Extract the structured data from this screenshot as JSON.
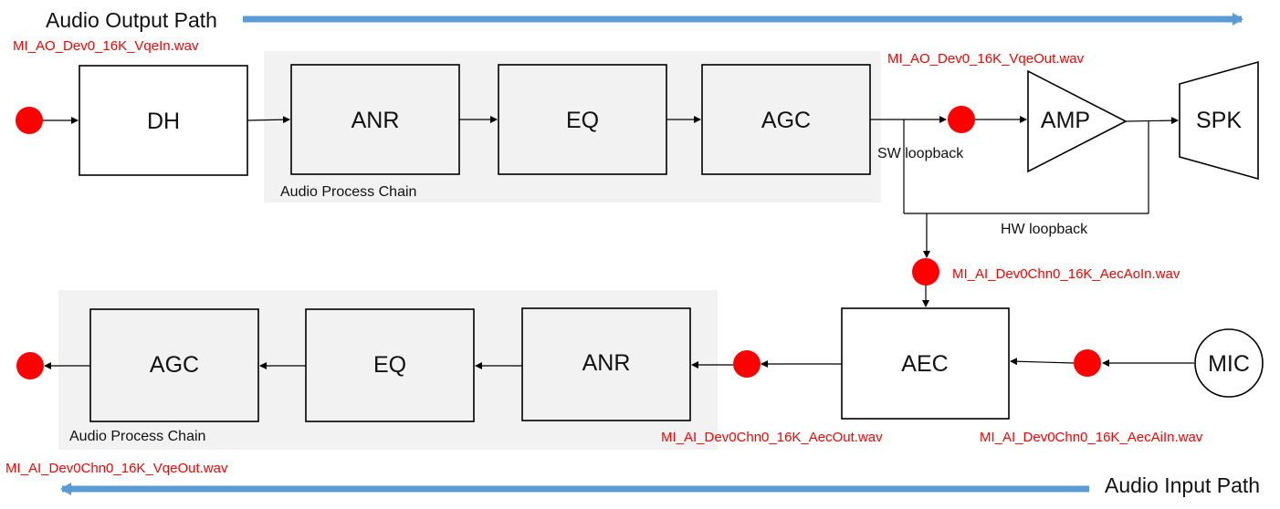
{
  "colors": {
    "path_arrow": "#5b9bd5",
    "tap_point": "#ff0000",
    "region_fill": "#f2f2f2"
  },
  "output_path": {
    "title": "Audio Output Path",
    "blocks": {
      "dh": "DH",
      "anr": "ANR",
      "eq": "EQ",
      "agc": "AGC",
      "amp": "AMP",
      "spk": "SPK"
    },
    "chain_label": "Audio Process Chain",
    "files": {
      "vqe_in": "MI_AO_Dev0_16K_VqeIn.wav",
      "vqe_out": "MI_AO_Dev0_16K_VqeOut.wav"
    },
    "sw_loopback": "SW loopback",
    "hw_loopback": "HW loopback"
  },
  "input_path": {
    "title": "Audio Input Path",
    "blocks": {
      "agc": "AGC",
      "eq": "EQ",
      "anr": "ANR",
      "aec": "AEC",
      "mic": "MIC"
    },
    "chain_label": "Audio Process Chain",
    "files": {
      "aec_ao_in": "MI_AI_Dev0Chn0_16K_AecAoIn.wav",
      "aec_out": "MI_AI_Dev0Chn0_16K_AecOut.wav",
      "aec_ai_in": "MI_AI_Dev0Chn0_16K_AecAiIn.wav",
      "vqe_out": "MI_AI_Dev0Chn0_16K_VqeOut.wav"
    }
  }
}
